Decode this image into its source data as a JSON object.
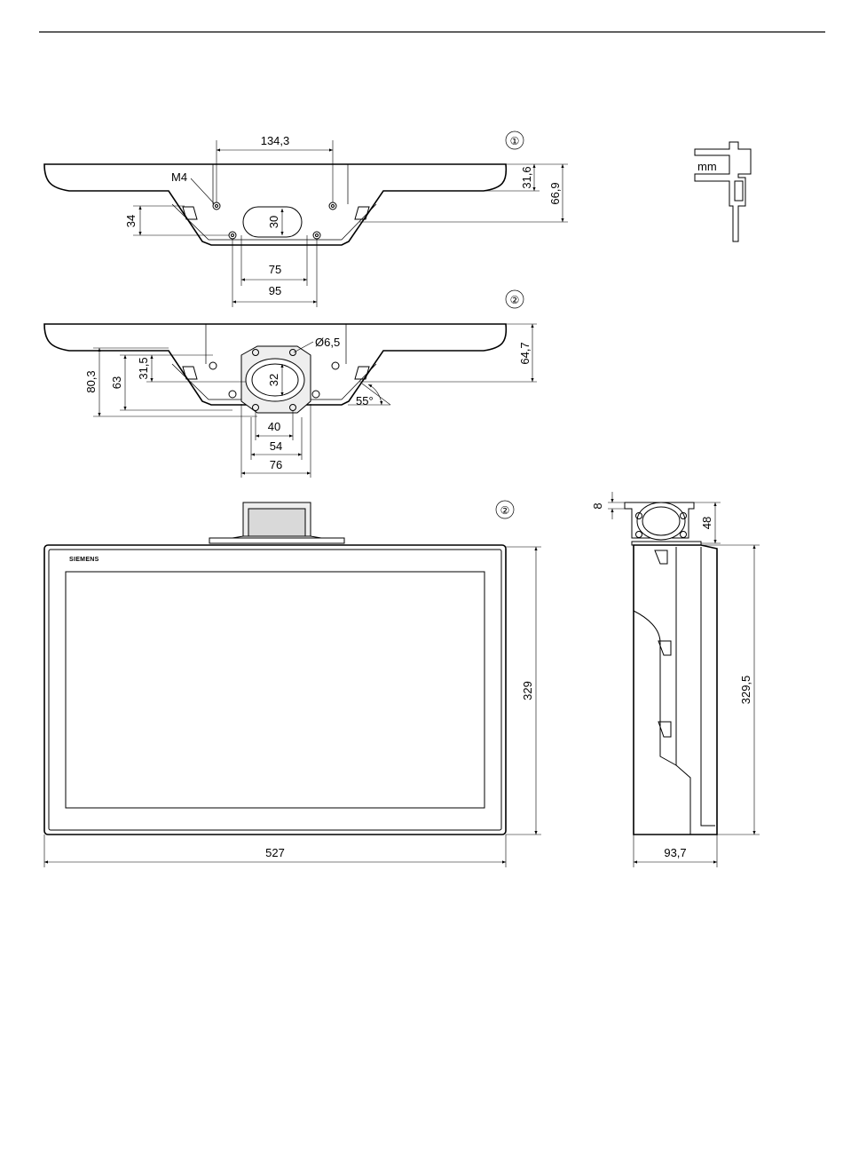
{
  "brand": {
    "logo_text": "SIEMENS"
  },
  "unit_label": "mm",
  "views": {
    "bracket_1": {
      "marker": "①",
      "dims": {
        "hole_spacing_top": "134,3",
        "thread": "M4",
        "depth_small": "31,6",
        "depth_total": "66,9",
        "height_left": "34",
        "slot": "30",
        "hole_spacing_inner": "75",
        "hole_spacing_outer": "95"
      }
    },
    "bracket_2": {
      "marker": "②",
      "dims": {
        "hole_dia": "Ø6,5",
        "depth_total": "64,7",
        "h_80": "80,3",
        "h_63": "63",
        "h_31": "31,5",
        "opening": "32",
        "angle": "55°",
        "w_40": "40",
        "w_54": "54",
        "w_76": "76"
      }
    },
    "front": {
      "marker": "②",
      "dims": {
        "width": "527",
        "height": "329"
      }
    },
    "side": {
      "dims": {
        "top_small": "8",
        "bracket_height": "48",
        "height": "329,5",
        "depth": "93,7"
      }
    }
  }
}
